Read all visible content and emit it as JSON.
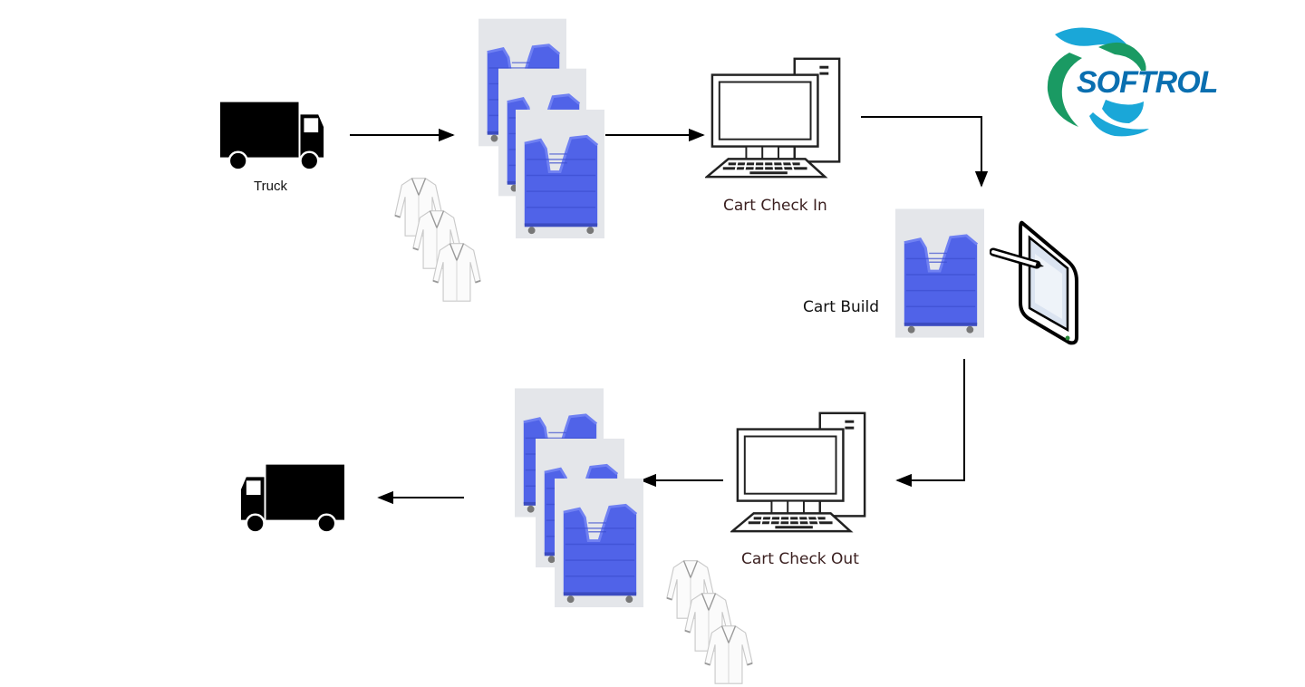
{
  "diagram": {
    "title": "Softrol cart workflow",
    "logo": {
      "text": "SOFTROL",
      "colors": {
        "teal": "#1aa7d8",
        "green": "#1a9a63",
        "text": "#0a6fb0"
      }
    },
    "colors": {
      "cart_blue": "#4a5ce6",
      "arrow": "#000000",
      "step_label": "#3a1f1f"
    },
    "nodes": [
      {
        "id": "truck-in",
        "label": "Truck",
        "icon": "truck-icon"
      },
      {
        "id": "carts-incoming",
        "label": "",
        "icon": "cart-stack-icon",
        "count": 3
      },
      {
        "id": "linens-incoming",
        "label": "",
        "icon": "lab-coat-stack-icon",
        "count": 3
      },
      {
        "id": "cart-check-in",
        "label": "Cart Check In",
        "icon": "desktop-computer-icon"
      },
      {
        "id": "cart-build",
        "label": "Cart Build",
        "icon": "cart-icon"
      },
      {
        "id": "tablet",
        "label": "",
        "icon": "tablet-stylus-icon"
      },
      {
        "id": "cart-check-out",
        "label": "Cart Check Out",
        "icon": "desktop-computer-icon"
      },
      {
        "id": "carts-outgoing",
        "label": "",
        "icon": "cart-stack-icon",
        "count": 3
      },
      {
        "id": "linens-outgoing",
        "label": "",
        "icon": "lab-coat-stack-icon",
        "count": 3
      },
      {
        "id": "truck-out",
        "label": "",
        "icon": "truck-icon"
      }
    ],
    "edges": [
      {
        "from": "truck-in",
        "to": "carts-incoming"
      },
      {
        "from": "carts-incoming",
        "to": "cart-check-in"
      },
      {
        "from": "cart-check-in",
        "to": "cart-build"
      },
      {
        "from": "cart-build",
        "to": "cart-check-out"
      },
      {
        "from": "cart-check-out",
        "to": "carts-outgoing"
      },
      {
        "from": "carts-outgoing",
        "to": "truck-out"
      }
    ]
  }
}
